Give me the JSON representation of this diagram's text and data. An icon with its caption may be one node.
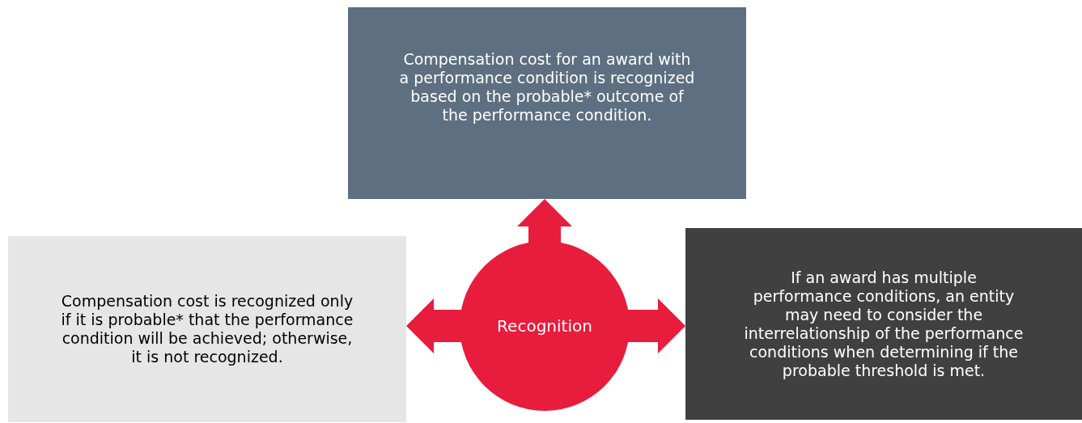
{
  "diagram": {
    "nodes": [
      {
        "text": [
          "Compensation cost for an award with a performance condition is recognized based on the probable* outcome of the performance condition."
        ]
      },
      {
        "text": [
          "Compensation cost is recognized only if it is probable* that the performance condition will be achieved; otherwise, it is not recognized."
        ]
      },
      {
        "text": [
          "Recognition"
        ]
      },
      {
        "text": [
          "If an award has multiple performance conditions, an entity may need to consider the interrelationship of the performance conditions when determining if the probable threshold is met."
        ]
      }
    ],
    "edges": [
      {
        "from": 2,
        "to": 0,
        "arrow": "to"
      },
      {
        "from": 2,
        "to": 1,
        "arrow": "to"
      },
      {
        "from": 2,
        "to": 3,
        "arrow": "to"
      }
    ]
  }
}
